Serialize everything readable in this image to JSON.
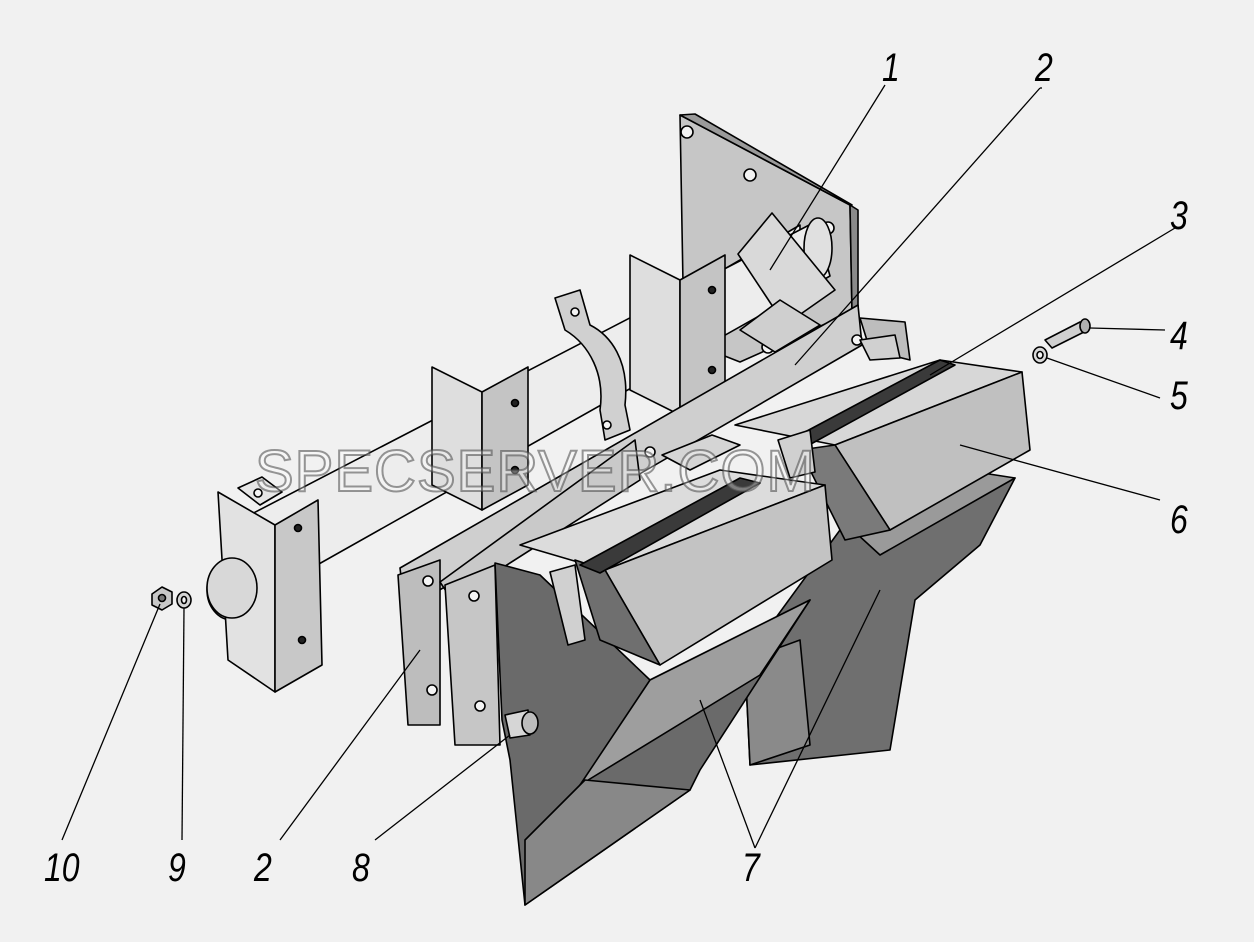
{
  "callouts": {
    "c1": "1",
    "c2_top": "2",
    "c3": "3",
    "c4": "4",
    "c5": "5",
    "c6": "6",
    "c7": "7",
    "c8": "8",
    "c9": "9",
    "c10": "10",
    "c2_bottom": "2"
  },
  "watermark": "SPECSERVER.COM",
  "colors": {
    "background": "#f1f1f1",
    "light_part": "#dcdcdc",
    "mid_part": "#b9b9b9",
    "dark_part": "#6e6e6e",
    "foam": "#3a3a3a",
    "line": "#000000"
  }
}
